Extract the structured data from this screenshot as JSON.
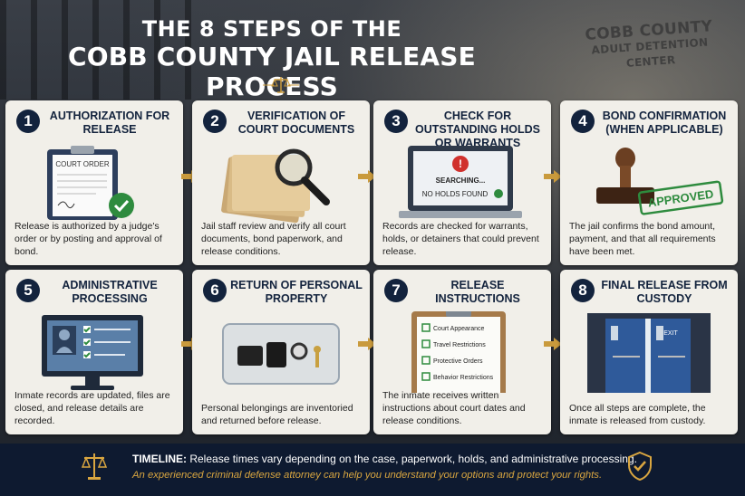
{
  "header": {
    "title_line1": "THE 8 STEPS OF THE",
    "title_line2": "COBB COUNTY JAIL RELEASE PROCESS",
    "wall_sign_line1": "COBB COUNTY",
    "wall_sign_line2": "ADULT DETENTION CENTER"
  },
  "steps": [
    {
      "num": "1",
      "title": "AUTHORIZATION FOR RELEASE",
      "body": "Release is authorized by a judge's order or by posting and approval of bond.",
      "illu_text": "COURT ORDER"
    },
    {
      "num": "2",
      "title": "VERIFICATION OF COURT DOCUMENTS",
      "body": "Jail staff review and verify all court documents, bond paperwork, and release conditions."
    },
    {
      "num": "3",
      "title": "CHECK FOR OUTSTANDING HOLDS OR WARRANTS",
      "body": "Records are checked for warrants, holds, or detainers that could prevent release.",
      "illu_text": "SEARCHING...",
      "illu_text2": "NO HOLDS FOUND"
    },
    {
      "num": "4",
      "title": "BOND CONFIRMATION (WHEN APPLICABLE)",
      "body": "The jail confirms the bond amount, payment, and that all requirements have been met.",
      "illu_text": "APPROVED"
    },
    {
      "num": "5",
      "title": "ADMINISTRATIVE PROCESSING",
      "body": "Inmate records are updated, files are closed, and release details are recorded."
    },
    {
      "num": "6",
      "title": "RETURN OF PERSONAL PROPERTY",
      "body": "Personal belongings are inventoried and returned before release."
    },
    {
      "num": "7",
      "title": "RELEASE INSTRUCTIONS",
      "body": "The inmate receives written instructions about court dates and release conditions.",
      "checklist": [
        "Court Appearance",
        "Travel Restrictions",
        "Protective Orders",
        "Behavior Restrictions"
      ]
    },
    {
      "num": "8",
      "title": "FINAL RELEASE FROM CUSTODY",
      "body": "Once all steps are complete, the inmate is released from custody.",
      "illu_text": "EXIT"
    }
  ],
  "footer": {
    "timeline_label": "TIMELINE:",
    "timeline_text": "Release times vary depending on the case, paperwork, holds, and administrative processing.",
    "attorney_text": "An experienced criminal defense attorney can help you understand your options and protect your rights."
  },
  "colors": {
    "navy": "#13233d",
    "gold": "#c99a3c",
    "card": "#f1efe9",
    "green": "#2e8b3e",
    "red": "#d0312d"
  },
  "icons": [
    "scales-of-justice-icon",
    "shield-check-icon",
    "arrow-right-icon"
  ]
}
